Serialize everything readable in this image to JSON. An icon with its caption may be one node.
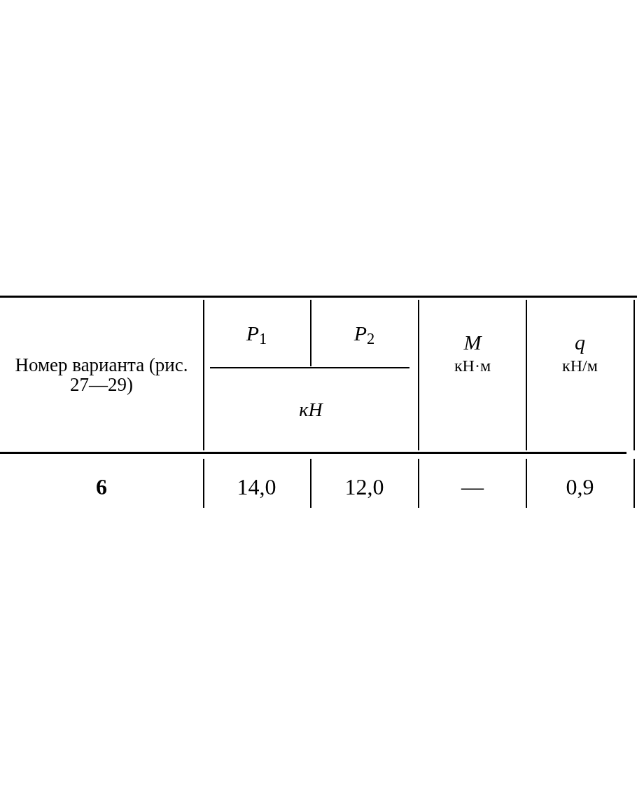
{
  "diagram": {
    "labels": [
      "Номер варианта (рис. 27—29)",
      "*P*$_{1}$",
      "*P*$_{2}$",
      "M",
      "кН·м",
      "q",
      "кН/м",
      "кН",
      "6",
      "14,0",
      "12,0",
      "—",
      "0,9"
    ]
  }
}
